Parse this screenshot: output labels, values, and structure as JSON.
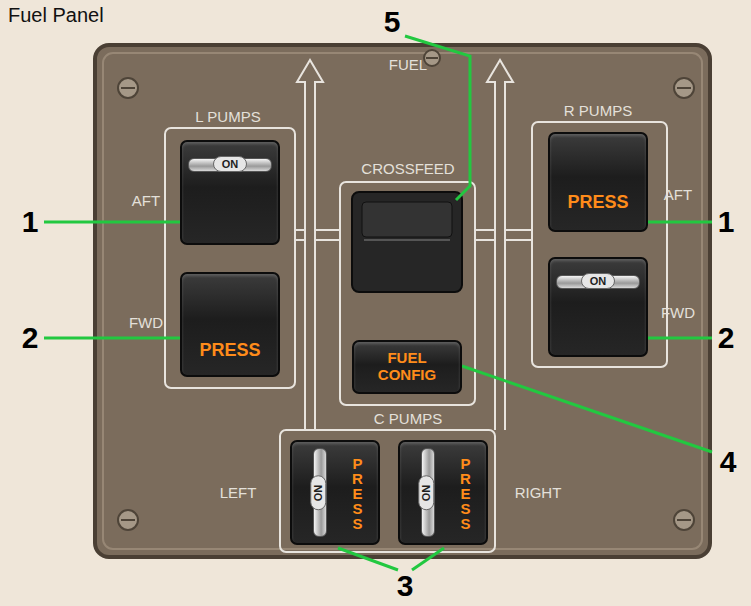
{
  "diagram": {
    "title": "Fuel Panel",
    "nodes": [
      {
        "text": [
          "ON"
        ]
      },
      {
        "text": [
          "PRESS"
        ]
      },
      {
        "text": [
          "PRESS"
        ]
      },
      {
        "text": [
          "ON"
        ]
      },
      {
        "text": [
          "FUEL CONFIG"
        ]
      },
      {
        "text": [
          "ON",
          "PRESS"
        ]
      },
      {
        "text": [
          "ON",
          "PRESS"
        ]
      }
    ],
    "labels": [
      "L PUMPS",
      "FUEL",
      "CROSSFEED",
      "R PUMPS",
      "AFT",
      "FWD",
      "AFT",
      "FWD",
      "C PUMPS",
      "LEFT",
      "RIGHT",
      "5",
      "1",
      "2",
      "1",
      "2",
      "4",
      "3"
    ]
  }
}
